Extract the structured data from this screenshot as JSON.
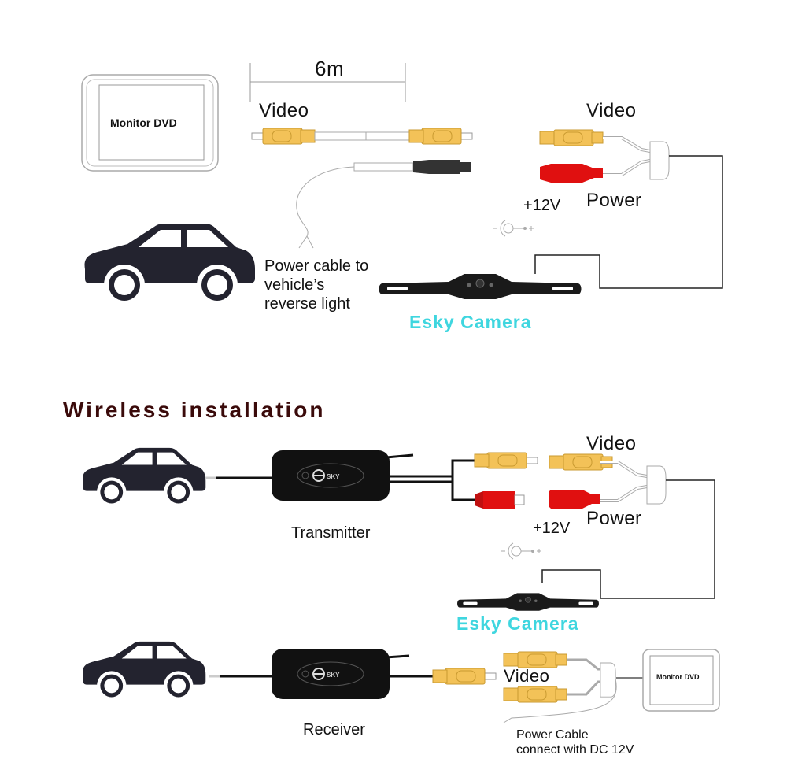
{
  "wired_section": {
    "monitor_label": "Monitor DVD",
    "cable_length_label": "6m",
    "video_label_left": "Video",
    "video_label_right": "Video",
    "power_label": "Power",
    "voltage_label": "+12V",
    "power_cable_note": [
      "Power cable to",
      "vehicle’s",
      "reverse light"
    ],
    "camera_label": "Esky Camera"
  },
  "wireless_section": {
    "title": "Wireless installation",
    "transmitter_label": "Transmitter",
    "receiver_label": "Receiver",
    "brand_logo_text": "SKY",
    "video_label_top": "Video",
    "power_label": "Power",
    "voltage_label": "+12V",
    "camera_label": "Esky Camera",
    "video_label_bottom": "Video",
    "monitor_label": "Monitor DVD",
    "power_cable_note": [
      "Power Cable",
      "connect with DC 12V"
    ]
  },
  "colors": {
    "rca_yellow": "#f3c258",
    "rca_red": "#e01010",
    "car_body": "#23232f",
    "camera_label": "#3fd6df",
    "title": "#3a0a0a",
    "device_body": "#111111"
  }
}
